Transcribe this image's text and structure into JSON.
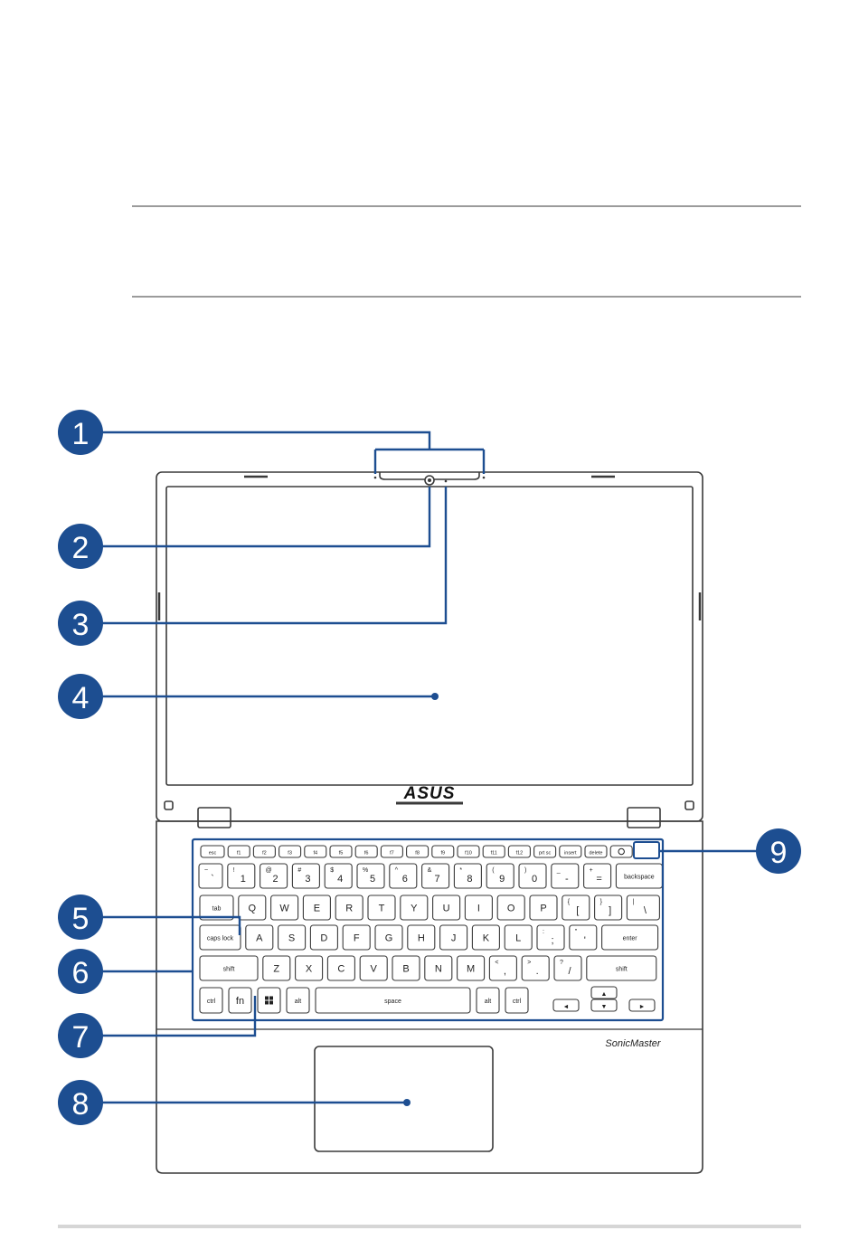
{
  "brand": {
    "logo_text": "ASUS",
    "audio_label": "SonicMaster"
  },
  "colors": {
    "callout": "#1d4e91",
    "outline": "#3a3a3a",
    "rule": "#9b9b9b"
  },
  "callouts": [
    "1",
    "2",
    "3",
    "4",
    "5",
    "6",
    "7",
    "8",
    "9"
  ],
  "keyboard": {
    "rows": [
      [
        "esc",
        "f1",
        "f2",
        "f3",
        "f4",
        "f5",
        "f6",
        "f7",
        "f8",
        "f9",
        "f10",
        "f11",
        "f12",
        "prt sc",
        "insert",
        "delete",
        "power"
      ],
      [
        "~ `",
        "! 1",
        "@ 2",
        "# 3",
        "$ 4",
        "% 5",
        "^ 6",
        "& 7",
        "* 8",
        "( 9",
        ") 0",
        "_ -",
        "+ =",
        "backspace"
      ],
      [
        "tab",
        "Q",
        "W",
        "E",
        "R",
        "T",
        "Y",
        "U",
        "I",
        "O",
        "P",
        "{ [",
        "} ]",
        "| \\"
      ],
      [
        "caps lock",
        "A",
        "S",
        "D",
        "F",
        "G",
        "H",
        "J",
        "K",
        "L",
        ": ;",
        "\" '",
        "enter"
      ],
      [
        "shift",
        "Z",
        "X",
        "C",
        "V",
        "B",
        "N",
        "M",
        "< ,",
        "> .",
        "? /",
        "shift"
      ],
      [
        "ctrl",
        "fn",
        "win",
        "alt",
        "space",
        "alt",
        "ctrl",
        "◄",
        "▲",
        "▼",
        "►"
      ]
    ]
  }
}
